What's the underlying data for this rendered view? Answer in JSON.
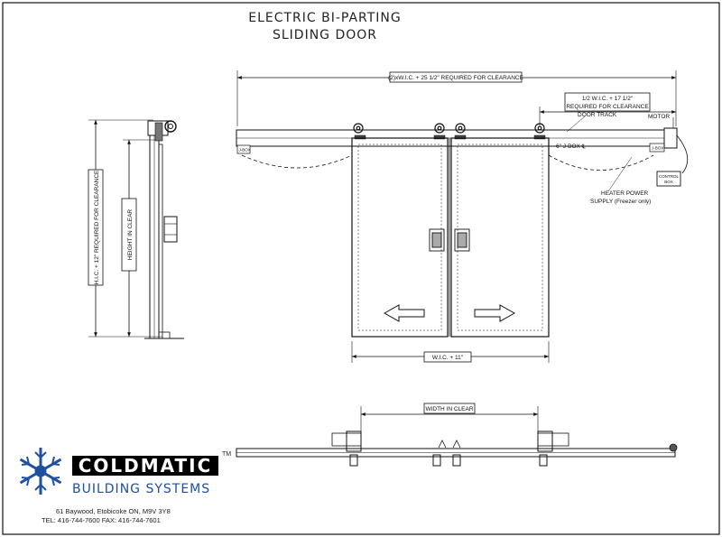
{
  "title": {
    "line1": "ELECTRIC BI-PARTING",
    "line2": "SLIDING DOOR"
  },
  "side_view": {
    "outer_dim": "H.I.C. + 12\" REQUIRED FOR CLEARANCE",
    "inner_dim": "HEIGHT IN CLEAR"
  },
  "front_view": {
    "overall_dim": "(2)xW.I.C. + 25 1/2\" REQUIRED FOR CLEARANCE",
    "right_dim_line1": "1/2 W.I.C. + 17 1/2\"",
    "right_dim_line2": "REQUIRED FOR CLEARANCE",
    "door_track": "DOOR TRACK",
    "motor": "MOTOR",
    "jbox_left": "J-BOX",
    "jbox_right": "J-BOX",
    "jbox_center": "6\" J-BOX ℄",
    "control_box_line1": "CONTROL",
    "control_box_line2": "BOX",
    "heater_line1": "HEATER POWER",
    "heater_line2": "SUPPLY (Freezer only)",
    "bottom_dim": "W.I.C. + 11\""
  },
  "plan_view": {
    "width_dim": "WIDTH IN CLEAR"
  },
  "company": {
    "name": "COLDMATIC",
    "trademark": "TM",
    "subtitle": "BUILDING SYSTEMS",
    "address": "61 Baywood, Etobicoke  ON, M9V 3Y8",
    "phones": "TEL:  416-744-7600    FAX:  416-744-7601",
    "logo_color": "#1e4fa0"
  },
  "icons": [
    "snowflake-logo-icon",
    "arrow-left-icon",
    "arrow-right-icon",
    "door-handle-icon"
  ]
}
